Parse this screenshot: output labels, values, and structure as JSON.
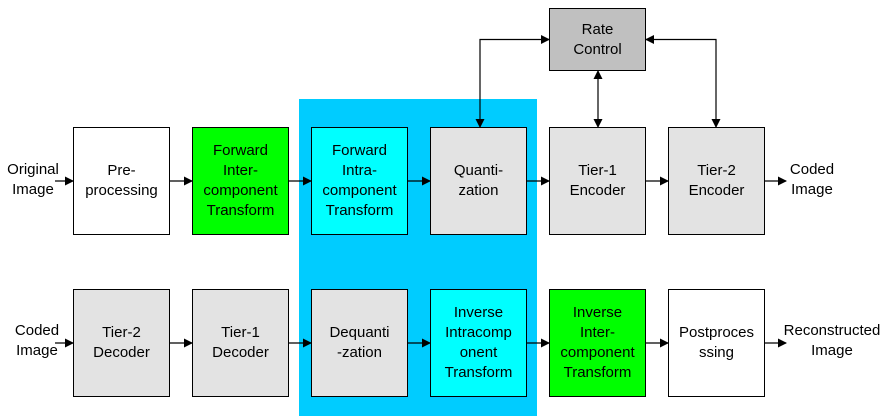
{
  "colors": {
    "highlight_region": "#00CCFF",
    "white_block": "#FFFFFF",
    "gray_block": "#E3E3E3",
    "dark_gray_block": "#C0C0C0",
    "green_block": "#00FF00",
    "cyan_block": "#00FFFF",
    "arrow": "#000000"
  },
  "encoder": {
    "input_label": [
      "Original",
      "Image"
    ],
    "output_label": [
      "Coded",
      "Image"
    ],
    "blocks": [
      {
        "id": "preprocessing",
        "lines": [
          "Pre-",
          "processing"
        ],
        "color": "white_block"
      },
      {
        "id": "forward-intercomponent-transform",
        "lines": [
          "Forward",
          "Inter-",
          "component",
          "Transform"
        ],
        "color": "green_block"
      },
      {
        "id": "forward-intracomponent-transform",
        "lines": [
          "Forward",
          "Intra-",
          "component",
          "Transform"
        ],
        "color": "cyan_block"
      },
      {
        "id": "quantization",
        "lines": [
          "Quanti-",
          "zation"
        ],
        "color": "gray_block"
      },
      {
        "id": "tier1-encoder",
        "lines": [
          "Tier-1",
          "Encoder"
        ],
        "color": "gray_block"
      },
      {
        "id": "tier2-encoder",
        "lines": [
          "Tier-2",
          "Encoder"
        ],
        "color": "gray_block"
      }
    ]
  },
  "decoder": {
    "input_label": [
      "Coded",
      "Image"
    ],
    "output_label": [
      "Reconstructed",
      "Image"
    ],
    "blocks": [
      {
        "id": "tier2-decoder",
        "lines": [
          "Tier-2",
          "Decoder"
        ],
        "color": "gray_block"
      },
      {
        "id": "tier1-decoder",
        "lines": [
          "Tier-1",
          "Decoder"
        ],
        "color": "gray_block"
      },
      {
        "id": "dequantization",
        "lines": [
          "Dequanti",
          "-zation"
        ],
        "color": "gray_block"
      },
      {
        "id": "inverse-intracomponent-transform",
        "lines": [
          "Inverse",
          "Intracomp",
          "onent",
          "Transform"
        ],
        "color": "cyan_block"
      },
      {
        "id": "inverse-intercomponent-transform",
        "lines": [
          "Inverse",
          "Inter-",
          "component",
          "Transform"
        ],
        "color": "green_block"
      },
      {
        "id": "postprocessing",
        "lines": [
          "Postproces",
          "ssing"
        ],
        "color": "white_block"
      }
    ]
  },
  "rate_control": {
    "lines": [
      "Rate",
      "Control"
    ],
    "color": "dark_gray_block"
  }
}
